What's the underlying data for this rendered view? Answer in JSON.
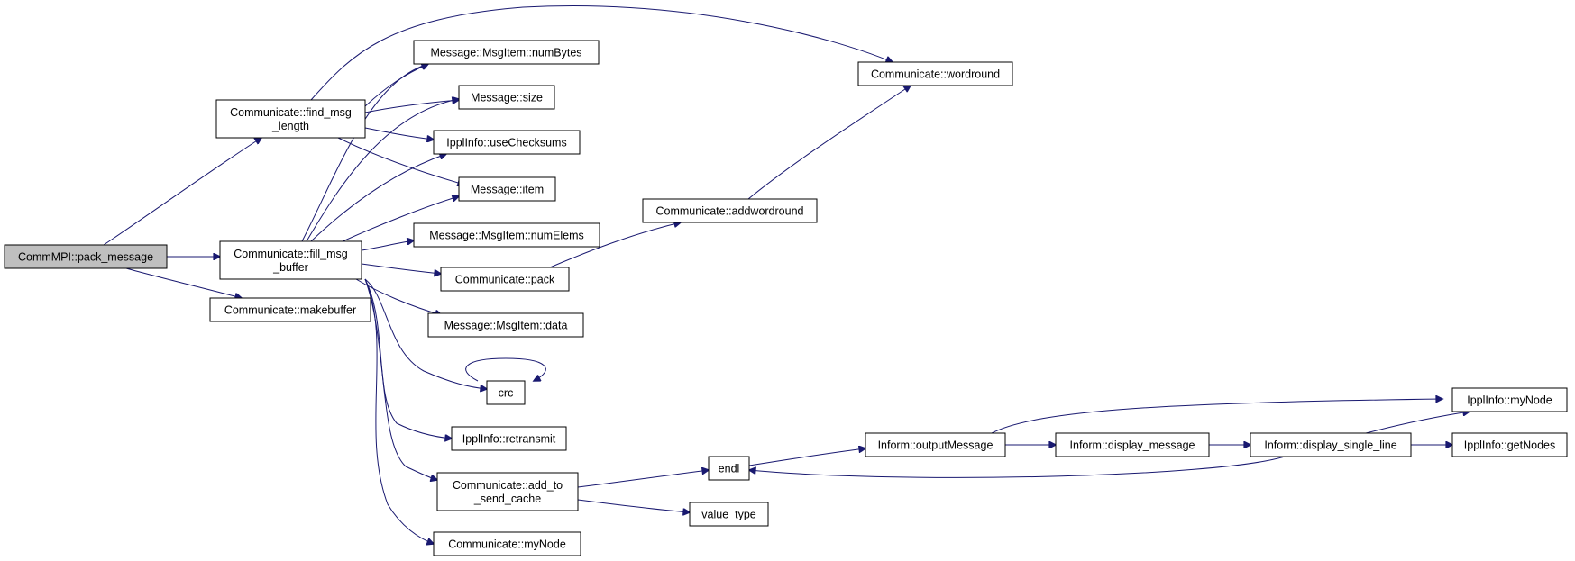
{
  "diagram": {
    "type": "call-graph",
    "edge_color": "#191970",
    "root_fill": "#bfbfbf",
    "nodes": [
      {
        "id": "pack_message",
        "lines": [
          "CommMPI::pack_message"
        ],
        "root": true
      },
      {
        "id": "find_msg_length",
        "lines": [
          "Communicate::find_msg",
          "_length"
        ]
      },
      {
        "id": "fill_msg_buffer",
        "lines": [
          "Communicate::fill_msg",
          "_buffer"
        ]
      },
      {
        "id": "makebuffer",
        "lines": [
          "Communicate::makebuffer"
        ]
      },
      {
        "id": "numBytes",
        "lines": [
          "Message::MsgItem::numBytes"
        ]
      },
      {
        "id": "size",
        "lines": [
          "Message::size"
        ]
      },
      {
        "id": "useChecksums",
        "lines": [
          "IpplInfo::useChecksums"
        ]
      },
      {
        "id": "item",
        "lines": [
          "Message::item"
        ]
      },
      {
        "id": "numElems",
        "lines": [
          "Message::MsgItem::numElems"
        ]
      },
      {
        "id": "pack",
        "lines": [
          "Communicate::pack"
        ]
      },
      {
        "id": "data",
        "lines": [
          "Message::MsgItem::data"
        ]
      },
      {
        "id": "crc",
        "lines": [
          "crc"
        ]
      },
      {
        "id": "retransmit",
        "lines": [
          "IpplInfo::retransmit"
        ]
      },
      {
        "id": "add_to_send_cache",
        "lines": [
          "Communicate::add_to",
          "_send_cache"
        ]
      },
      {
        "id": "comm_myNode",
        "lines": [
          "Communicate::myNode"
        ]
      },
      {
        "id": "wordround",
        "lines": [
          "Communicate::wordround"
        ]
      },
      {
        "id": "addwordround",
        "lines": [
          "Communicate::addwordround"
        ]
      },
      {
        "id": "endl",
        "lines": [
          "endl"
        ]
      },
      {
        "id": "value_type",
        "lines": [
          "value_type"
        ]
      },
      {
        "id": "outputMessage",
        "lines": [
          "Inform::outputMessage"
        ]
      },
      {
        "id": "display_message",
        "lines": [
          "Inform::display_message"
        ]
      },
      {
        "id": "display_single_line",
        "lines": [
          "Inform::display_single_line"
        ]
      },
      {
        "id": "ippl_myNode",
        "lines": [
          "IpplInfo::myNode"
        ]
      },
      {
        "id": "getNodes",
        "lines": [
          "IpplInfo::getNodes"
        ]
      }
    ],
    "edges": [
      {
        "from": "pack_message",
        "to": "find_msg_length"
      },
      {
        "from": "pack_message",
        "to": "fill_msg_buffer"
      },
      {
        "from": "pack_message",
        "to": "makebuffer"
      },
      {
        "from": "find_msg_length",
        "to": "wordround"
      },
      {
        "from": "find_msg_length",
        "to": "numBytes"
      },
      {
        "from": "find_msg_length",
        "to": "size"
      },
      {
        "from": "find_msg_length",
        "to": "useChecksums"
      },
      {
        "from": "find_msg_length",
        "to": "item"
      },
      {
        "from": "fill_msg_buffer",
        "to": "numBytes"
      },
      {
        "from": "fill_msg_buffer",
        "to": "size"
      },
      {
        "from": "fill_msg_buffer",
        "to": "useChecksums"
      },
      {
        "from": "fill_msg_buffer",
        "to": "item"
      },
      {
        "from": "fill_msg_buffer",
        "to": "numElems"
      },
      {
        "from": "fill_msg_buffer",
        "to": "pack"
      },
      {
        "from": "fill_msg_buffer",
        "to": "data"
      },
      {
        "from": "fill_msg_buffer",
        "to": "crc"
      },
      {
        "from": "fill_msg_buffer",
        "to": "retransmit"
      },
      {
        "from": "fill_msg_buffer",
        "to": "add_to_send_cache"
      },
      {
        "from": "fill_msg_buffer",
        "to": "comm_myNode"
      },
      {
        "from": "crc",
        "to": "crc"
      },
      {
        "from": "pack",
        "to": "addwordround"
      },
      {
        "from": "addwordround",
        "to": "wordround"
      },
      {
        "from": "add_to_send_cache",
        "to": "endl"
      },
      {
        "from": "add_to_send_cache",
        "to": "value_type"
      },
      {
        "from": "endl",
        "to": "outputMessage"
      },
      {
        "from": "outputMessage",
        "to": "ippl_myNode"
      },
      {
        "from": "outputMessage",
        "to": "display_message"
      },
      {
        "from": "display_message",
        "to": "display_single_line"
      },
      {
        "from": "display_single_line",
        "to": "ippl_myNode"
      },
      {
        "from": "display_single_line",
        "to": "getNodes"
      },
      {
        "from": "display_single_line",
        "to": "endl"
      }
    ]
  }
}
